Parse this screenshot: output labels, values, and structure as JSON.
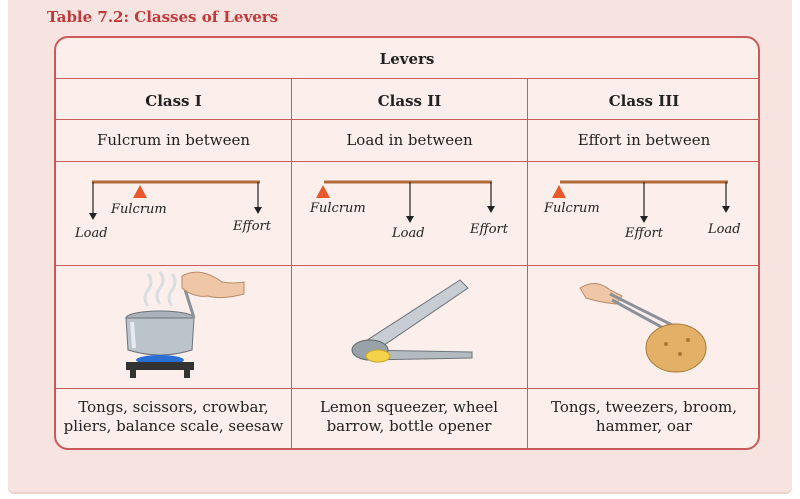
{
  "caption": "Table 7.2: Classes of Levers",
  "table": {
    "title": "Levers",
    "columns": [
      {
        "header": "Class I",
        "description": "Fulcrum in between",
        "diagram": {
          "fulcrum": "Fulcrum",
          "load": "Load",
          "effort": "Effort"
        },
        "examples": "Tongs, scissors, crowbar, pliers, balance scale, seesaw",
        "image": "pot-on-gas-stove-with-hand"
      },
      {
        "header": "Class II",
        "description": "Load in between",
        "diagram": {
          "fulcrum": "Fulcrum",
          "load": "Load",
          "effort": "Effort"
        },
        "examples": "Lemon squeezer, wheel barrow, bottle opener",
        "image": "lemon-squeezer"
      },
      {
        "header": "Class III",
        "description": "Effort in between",
        "diagram": {
          "fulcrum": "Fulcrum",
          "load": "Load",
          "effort": "Effort"
        },
        "examples": "Tongs, tweezers, broom, hammer, oar",
        "image": "tongs-holding-bread"
      }
    ]
  },
  "colors": {
    "border": "#c85a5a",
    "caption": "#c0393b",
    "fulcrum": "#e8582a",
    "beam": "#b06a3a",
    "background": "#f7e3df"
  }
}
